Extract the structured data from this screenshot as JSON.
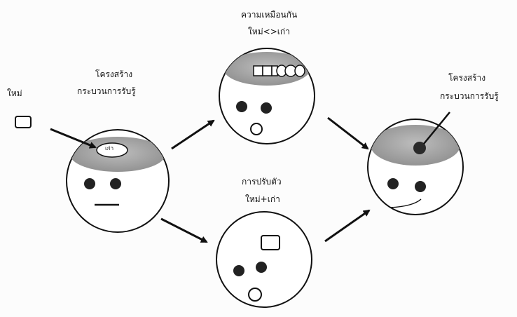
{
  "labels": {
    "new_label": "ใหม่",
    "old_label": "เก่า",
    "structure_left_1": "โครงสร้าง",
    "structure_left_2": "กระบวนการรับรู้",
    "similarity_1": "ความเหมือนกัน",
    "similarity_2": "ใหม่<>เก่า",
    "adjust_1": "การปรับตัว",
    "adjust_2": "ใหม่+เก่า",
    "structure_right_1": "โครงสร้าง",
    "structure_right_2": "กระบวนการรับรู้"
  },
  "colors": {
    "face_fill": "#ffffff",
    "outline": "#111111",
    "cap_fill": "#a9a9a9",
    "eye_fill": "#222222"
  }
}
